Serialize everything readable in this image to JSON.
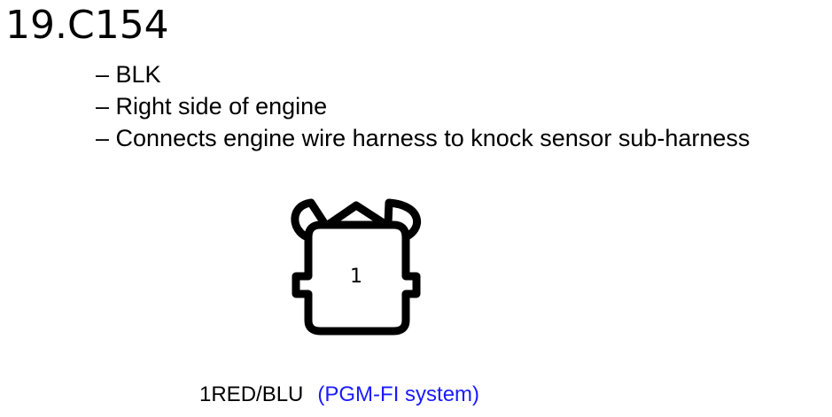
{
  "header": {
    "title": "19.C154"
  },
  "details": [
    "– BLK",
    "– Right side of engine",
    "– Connects engine wire harness to knock sensor sub-harness"
  ],
  "connector": {
    "pin_label": "1",
    "stroke_color": "#000000"
  },
  "wire": {
    "pin_color": "1RED/BLU",
    "system": "(PGM-FI system)",
    "system_color": "#1a1aff"
  }
}
